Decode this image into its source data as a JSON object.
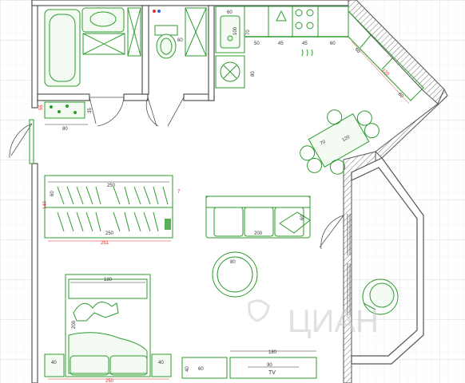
{
  "plan": {
    "colors": {
      "furniture": "#2e9b2e",
      "wall": "#555555",
      "grid": "#e3e8ee",
      "dimension_red": "#e03030"
    },
    "labels": {
      "bath_small": "60",
      "bath_width": "100",
      "sink_depth": "70",
      "kitchen_a": "50",
      "kitchen_b": "45",
      "kitchen_c": "45",
      "kitchen_d": "60",
      "kitchen_e": "60",
      "kitchen_f": "80",
      "diag_counter": "120",
      "diag_small": "60",
      "diag_red": "120",
      "shelf_depth": "35",
      "entry_80": "80",
      "table_70": "70",
      "table_120": "120",
      "shelf_250_top": "250",
      "shelf_250_bottom": "250",
      "shelf_60": "60",
      "red_140": "140",
      "red_251": "251",
      "red_7": "7",
      "sofa_200": "200",
      "sofa_60": "60",
      "table_80": "80",
      "red_left": "55",
      "bed_180": "180",
      "bed_200": "200",
      "night_40_left": "40",
      "night_40_right": "40",
      "unit_40": "40",
      "unit_60": "60",
      "tv_180": "180",
      "tv_90": "90",
      "tv": "TV",
      "red_bottom_250": "250",
      "watermark": "ЦИАН"
    }
  }
}
